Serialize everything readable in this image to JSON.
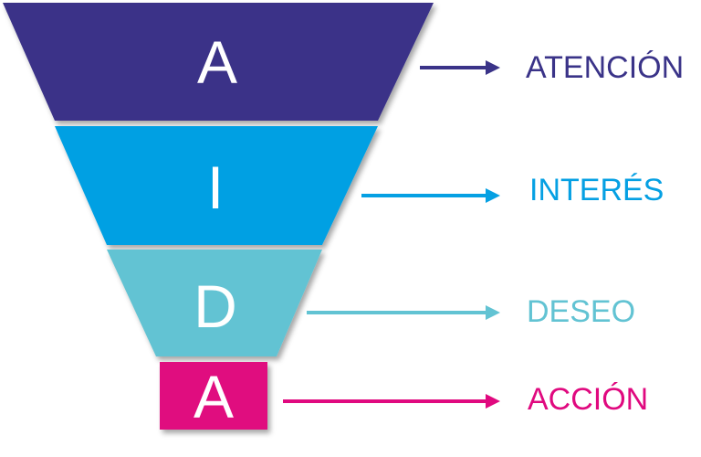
{
  "stages": [
    {
      "letter": "A",
      "label": "ATENCIÓN",
      "color": "#3a3388"
    },
    {
      "letter": "I",
      "label": "INTERÉS",
      "color": "#05a0e3"
    },
    {
      "letter": "D",
      "label": "DESEO",
      "color": "#62c3d3"
    },
    {
      "letter": "A",
      "label": "ACCIÓN",
      "color": "#e0097f"
    }
  ]
}
